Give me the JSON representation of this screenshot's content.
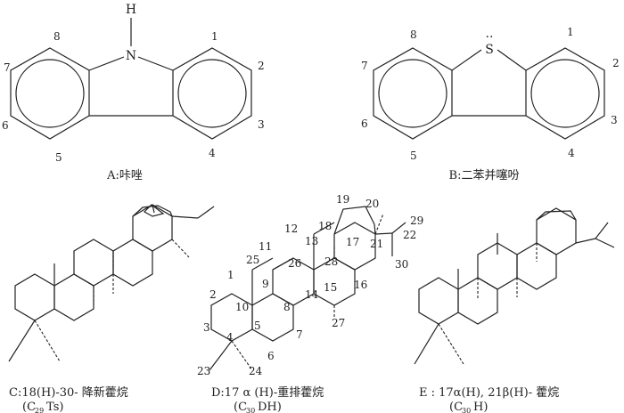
{
  "structures": {
    "A": {
      "atom_N": "N",
      "atom_H": "H",
      "positions": [
        "1",
        "2",
        "3",
        "4",
        "5",
        "6",
        "7",
        "8"
      ],
      "caption": "A:咔唑"
    },
    "B": {
      "atom_S": "S",
      "lone_pair": "··",
      "positions": [
        "1",
        "2",
        "3",
        "4",
        "5",
        "6",
        "7",
        "8"
      ],
      "caption": "B:二苯并噻吩"
    },
    "C": {
      "caption": "C:18(H)-30- 降新藿烷",
      "formula_prefix": "(C",
      "formula_sub": "29",
      "formula_suffix": "Ts)"
    },
    "D": {
      "positions": [
        "1",
        "2",
        "3",
        "4",
        "5",
        "6",
        "7",
        "8",
        "9",
        "10",
        "11",
        "12",
        "13",
        "14",
        "15",
        "16",
        "17",
        "18",
        "19",
        "20",
        "21",
        "22",
        "23",
        "24",
        "25",
        "26",
        "27",
        "28",
        "29",
        "30"
      ],
      "caption": "D:17 α (H)-重排藿烷",
      "formula_prefix": "(C",
      "formula_sub": "30",
      "formula_suffix": "DH)"
    },
    "E": {
      "caption": "E : 17α(H), 21β(H)- 藿烷",
      "formula_prefix": "(C",
      "formula_sub": "30",
      "formula_suffix": "H)"
    }
  }
}
